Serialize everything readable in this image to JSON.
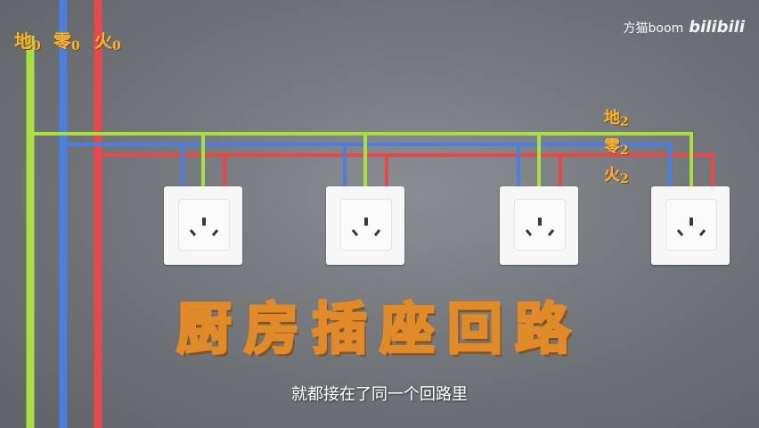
{
  "labels": {
    "left": [
      {
        "name": "地",
        "sub": "0"
      },
      {
        "name": "零",
        "sub": "0"
      },
      {
        "name": "火",
        "sub": "0"
      }
    ],
    "right": [
      {
        "name": "地",
        "sub": "2"
      },
      {
        "name": "零",
        "sub": "2"
      },
      {
        "name": "火",
        "sub": "2"
      }
    ]
  },
  "title": "厨房插座回路",
  "subtitle": "就都接在了同一个回路里",
  "watermark": {
    "author": "方猫boom",
    "logo": "bilibili"
  },
  "colors": {
    "ground": "#a8e044",
    "neutral": "#4a7ee0",
    "live": "#e8484a",
    "label": "#f4b43a"
  },
  "sockets": [
    {
      "id": "socket-1"
    },
    {
      "id": "socket-2"
    },
    {
      "id": "socket-3"
    },
    {
      "id": "socket-4"
    }
  ]
}
